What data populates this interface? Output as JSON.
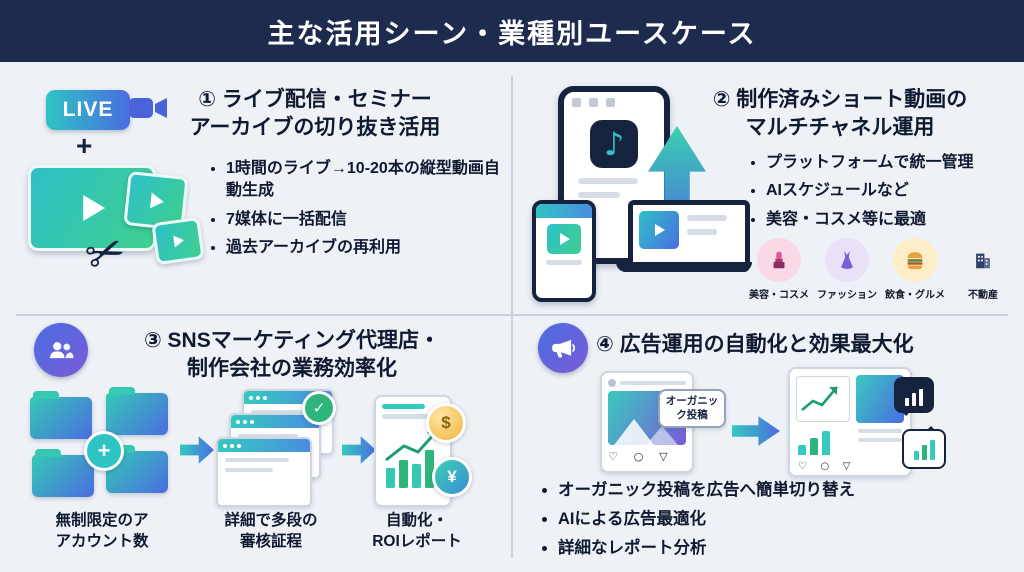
{
  "header": {
    "title": "主な活用シーン・業種別ユースケース"
  },
  "colors": {
    "header_bg": "#1d2b4e",
    "page_bg": "#eef1f6",
    "teal": "#35c9c0",
    "green": "#2fb57c",
    "blue": "#4a6de0",
    "purple": "#7a5bd8",
    "navy": "#16233f",
    "divider": "#c9cfda",
    "industry_pink": "#f9d9e6",
    "industry_lavender": "#e9e1f8",
    "industry_yellow": "#fdeec8",
    "industry_gray": "#eef0f4"
  },
  "glyphs": {
    "plus": "+",
    "scissors": "✂",
    "music_note": "♪",
    "check": "✓",
    "heart": "♡",
    "comment": "○",
    "share": "▽",
    "dollar": "$",
    "yen": "¥",
    "icon_row": "♡ ○ ▽"
  },
  "sections": {
    "live": {
      "badge_label": "LIVE",
      "title_line1": "① ライブ配信・セミナー",
      "title_line2": "アーカイブの切り抜き活用",
      "bullets": [
        "1時間のライブ→10-20本の縦型動画自動生成",
        "7媒体に一括配信",
        "過去アーカイブの再利用"
      ]
    },
    "shorts": {
      "title_line1": "② 制作済みショート動画の",
      "title_line2": "マルチチャネル運用",
      "bullets": [
        "プラットフォームで統一管理",
        "AIスケジュールなど",
        "美容・コスメ等に最適"
      ],
      "industries": [
        {
          "label": "美容・コスメ",
          "bg": "#f9d9e6"
        },
        {
          "label": "ファッション",
          "bg": "#e9e1f8"
        },
        {
          "label": "飲食・グルメ",
          "bg": "#fdeec8"
        },
        {
          "label": "不動産",
          "bg": "#eef0f4"
        }
      ]
    },
    "agency": {
      "title_line1": "③ SNSマーケティング代理店・",
      "title_line2": "制作会社の業務効率化",
      "captions": [
        {
          "line1": "無制限定のア",
          "line2": "アカウント数"
        },
        {
          "line1": "詳細で多段の",
          "line2": "審核証程"
        },
        {
          "line1": "自動化・",
          "line2": "ROIレポート"
        }
      ]
    },
    "ads": {
      "title": "④ 広告運用の自動化と効果最大化",
      "organic_label": "オーガニック投稿",
      "bullets": [
        "オーガニック投稿を広告へ簡単切り替え",
        "AIによる広告最適化",
        "詳細なレポート分析"
      ]
    }
  }
}
